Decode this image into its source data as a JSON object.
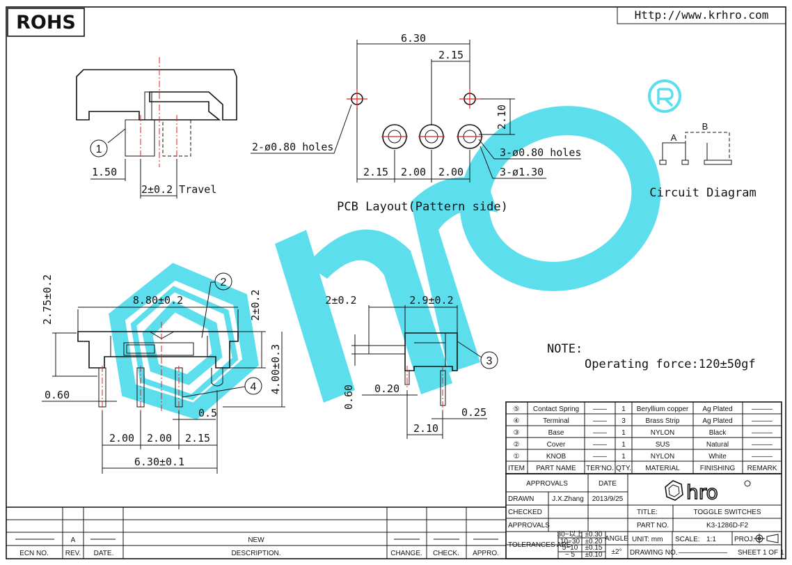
{
  "header": {
    "rohs_label": "ROHS",
    "website": "Http://www.krhro.com"
  },
  "top_left": {
    "dim_1_50": "1.50",
    "travel": "2±0.2 Travel",
    "balloon_1": "①"
  },
  "pcb": {
    "dim_6_30": "6.30",
    "dim_2_15_top": "2.15",
    "dim_2_10": "2.10",
    "holes_2": "2-ø0.80 holes",
    "holes_3": "3-ø0.80 holes",
    "holes_3b": "3-ø1.30",
    "dim_bottom": [
      "2.15",
      "2.00",
      "2.00"
    ],
    "caption": "PCB Layout(Pattern side)"
  },
  "circuit": {
    "label_a": "A",
    "label_b": "B",
    "caption": "Circuit Diagram",
    "registered": "®"
  },
  "front": {
    "dim_2_75": "2.75±0.2",
    "dim_8_80": "8.80±0.2",
    "dim_2_02": "2±0.2",
    "dim_4_00": "4.00±0.3",
    "dim_0_60": "0.60",
    "dim_0_5": "0.5",
    "dim_bottom": [
      "2.00",
      "2.00",
      "2.15"
    ],
    "dim_6_30": "6.30±0.1",
    "balloon_2": "②",
    "balloon_4": "④"
  },
  "side": {
    "dim_2_02": "2±0.2",
    "dim_2_9": "2.9±0.2",
    "dim_0_60": "0.60",
    "dim_0_20": "0.20",
    "dim_0_25": "0.25",
    "dim_2_10": "2.10",
    "balloon_3": "③"
  },
  "note": {
    "title": "NOTE:",
    "text": "Operating force:120±50gf"
  },
  "bom": {
    "rows": [
      {
        "item": "⑤",
        "name": "Contact Spring",
        "ter": "——",
        "qty": "1",
        "material": "Beryllium copper",
        "finishing": "Ag Plated",
        "remark": "———"
      },
      {
        "item": "④",
        "name": "Terminal",
        "ter": "——",
        "qty": "3",
        "material": "Brass Strip",
        "finishing": "Ag Plated",
        "remark": "———"
      },
      {
        "item": "③",
        "name": "Base",
        "ter": "——",
        "qty": "1",
        "material": "NYLON",
        "finishing": "Black",
        "remark": "———"
      },
      {
        "item": "②",
        "name": "Cover",
        "ter": "——",
        "qty": "1",
        "material": "SUS",
        "finishing": "Natural",
        "remark": "———"
      },
      {
        "item": "①",
        "name": "KNOB",
        "ter": "——",
        "qty": "1",
        "material": "NYLON",
        "finishing": "White",
        "remark": "———"
      }
    ],
    "headers": {
      "item": "ITEM",
      "name": "PART NAME",
      "ter": "TER'NO.",
      "qty": "QTY.",
      "material": "MATERIAL",
      "finishing": "FINISHING",
      "remark": "REMARK"
    }
  },
  "title_block": {
    "approvals_hdr": "APPROVALS",
    "date_hdr": "DATE",
    "drawn": "DRAWN",
    "drawn_by": "J.X.Zhang",
    "drawn_date": "2013/9/25",
    "checked": "CHECKED",
    "approvals": "APPROVALS",
    "title_lbl": "TITLE:",
    "title_val": "TOGGLE SWITCHES",
    "part_lbl": "PART NO.",
    "part_val": "K3-1286D-F2",
    "unit": "UNIT: mm",
    "scale_lbl": "SCALE:",
    "scale_val": "1:1",
    "proj": "PROJ.",
    "drawing_no": "DRAWING NO.",
    "drawing_no_val": "———————",
    "sheet": "SHEET  1 OF 1",
    "tol_lbl": "TOLERANCES ARE",
    "tol_ranges": [
      "30~以上",
      "10~30",
      "5~10",
      "~ 5"
    ],
    "tol_vals": [
      "±0.30",
      "±0.20",
      "±0.15",
      "±0.10"
    ],
    "angle_lbl": "ANGLE",
    "angle_val": "±2°",
    "logo_text": "hro"
  },
  "revision": {
    "ecn_lbl": "ECN NO.",
    "rev_lbl": "REV.",
    "date_lbl": "DATE.",
    "desc_lbl": "DESCRIPTION.",
    "change_lbl": "CHANGE.",
    "check_lbl": "CHECK.",
    "appro_lbl": "APPRO.",
    "rev_val": "A",
    "desc_val": "NEW"
  }
}
